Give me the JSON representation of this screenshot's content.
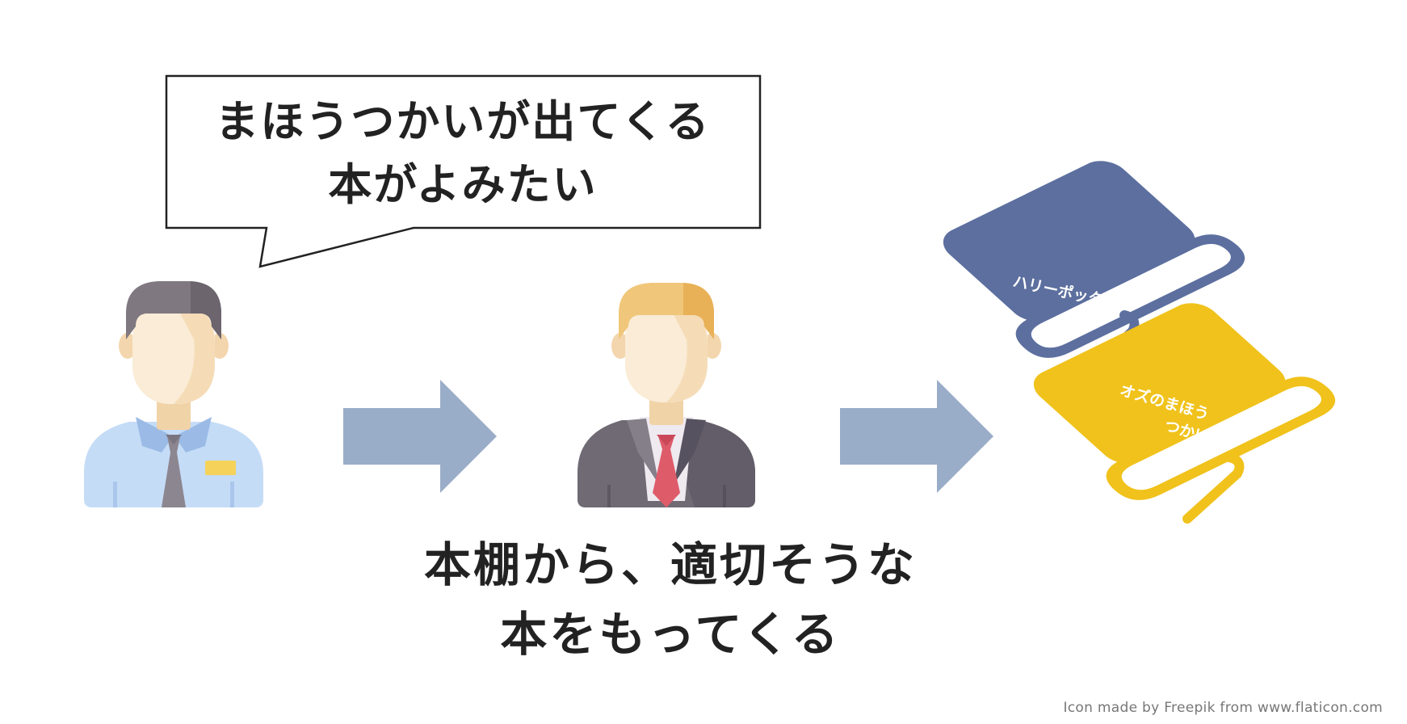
{
  "speech_bubble": {
    "line1": "まほうつかいが出てくる",
    "line2": "本がよみたい"
  },
  "caption": {
    "line1": "本棚から、適切そうな",
    "line2": "本をもってくる"
  },
  "books": {
    "blue_title": "ハリーポッター",
    "yellow_title_line1": "オズのまほう",
    "yellow_title_line2": "つかい"
  },
  "credit": "Icon made by Freepik from www.flaticon.com",
  "icons": [
    "customer-person-icon",
    "arrow-right-icon",
    "librarian-person-icon",
    "book-icon"
  ],
  "colors": {
    "arrow": "#9aadc8",
    "book_blue": "#5c6f9f",
    "book_yellow": "#f0c21b",
    "shirt_blue": "#c5dcf7",
    "suit_gray": "#6f6a74",
    "tie_red": "#de5b6a"
  }
}
